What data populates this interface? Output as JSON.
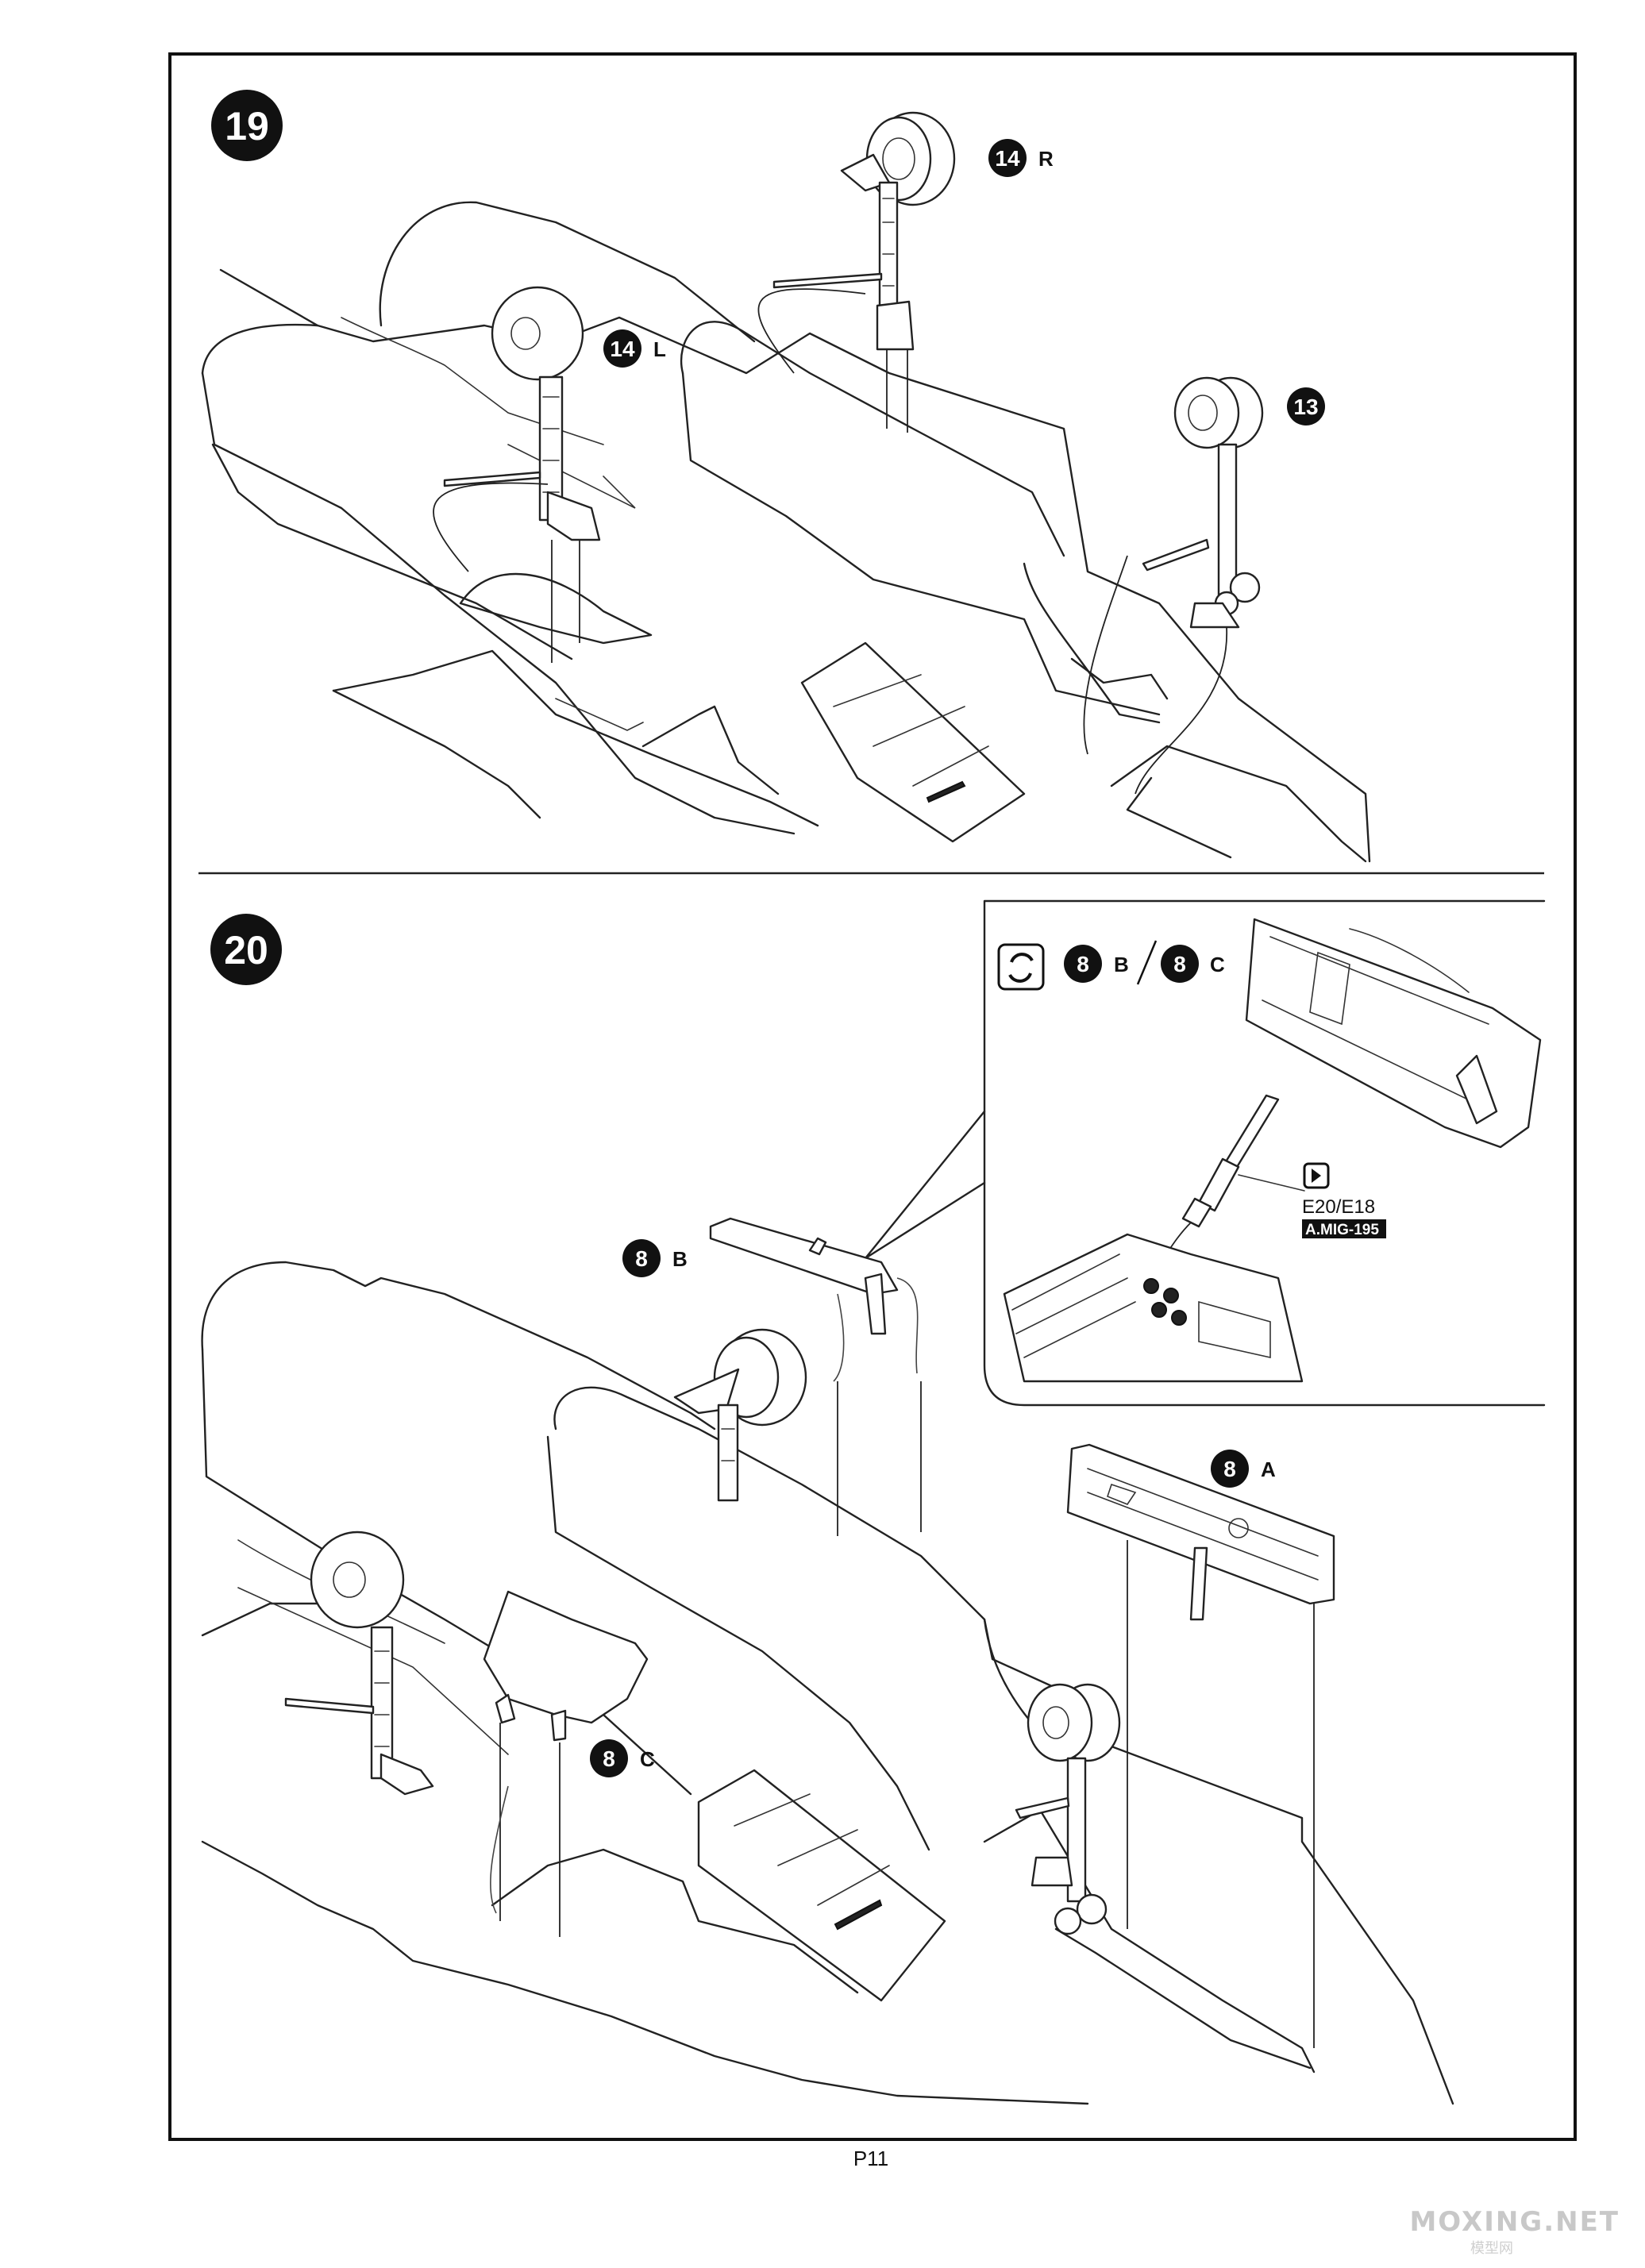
{
  "page": {
    "number_label": "P11"
  },
  "step19": {
    "number": "19",
    "callouts": [
      {
        "id": "14R",
        "num": "14",
        "letter": "R"
      },
      {
        "id": "14L",
        "num": "14",
        "letter": "L"
      },
      {
        "id": "13",
        "num": "13",
        "letter": ""
      }
    ]
  },
  "step20": {
    "number": "20",
    "inset": {
      "callout_b": {
        "num": "8",
        "letter": "B"
      },
      "callout_c": {
        "num": "8",
        "letter": "C"
      },
      "paint_code": "E20/E18",
      "paint_product": "A.MIG-195",
      "rotate_icon": "rotate-view-icon",
      "paint_icon": "paint-icon"
    },
    "callouts": [
      {
        "id": "8B",
        "num": "8",
        "letter": "B"
      },
      {
        "id": "8A",
        "num": "8",
        "letter": "A"
      },
      {
        "id": "8C",
        "num": "8",
        "letter": "C"
      }
    ]
  },
  "watermark": {
    "main": "MOXING.NET",
    "sub": "模型网"
  }
}
